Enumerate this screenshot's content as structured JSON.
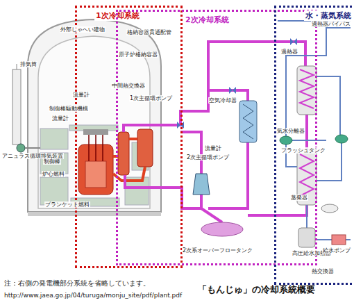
{
  "diagram": {
    "title": "「もんじゅ」の冷却系統概要",
    "nodes": [
      {
        "text": [
          "1次冷却系統"
        ]
      },
      {
        "text": [
          "2次冷却系統"
        ]
      },
      {
        "text": [
          "水・蒸気系統"
        ]
      }
    ],
    "labels": [
      "排気筒",
      "外部しゃへい建物",
      "格納容器貫通配管",
      "原子炉格納容器",
      "アニュラス循環排気装置",
      "中間熱交換器",
      "流量計",
      "1次主循環ポンプ",
      "制御棒駆動機構",
      "流量計",
      "制御棒",
      "炉心燃料",
      "ブランケット燃料",
      "空気冷却器",
      "流量計",
      "2次主循環ポンプ",
      "2次系オーバーフロータンク",
      "過熱器バイパス",
      "過熱器",
      "気水分離器",
      "フラッシュタンク",
      "蒸発器",
      "高圧給水加熱器",
      "給水ポンプ",
      "熱交換器",
      "注：右側の発電機部分系統を省略しています。",
      "http://www.jaea.go.jp/04/turuga/monju_site/pdf/plant.pdf"
    ]
  }
}
